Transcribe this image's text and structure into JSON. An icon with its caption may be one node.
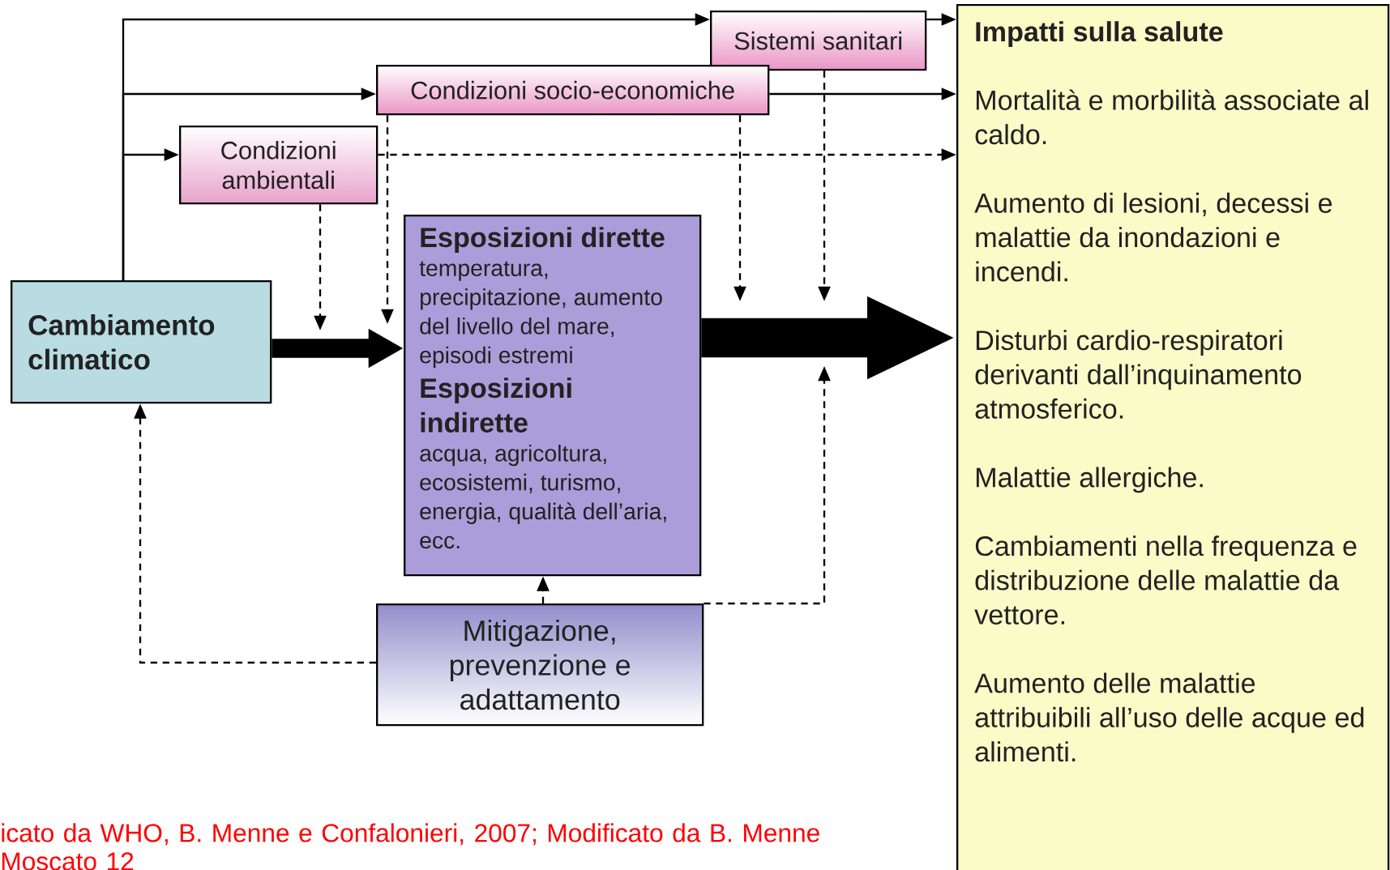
{
  "diagram": {
    "nodes": [
      {
        "text": [
          "Sistemi sanitari"
        ]
      },
      {
        "text": [
          "Condizioni socio-economiche"
        ]
      },
      {
        "text": [
          "Condizioni ambientali"
        ]
      },
      {
        "text": [
          "Cambiamento climatico"
        ]
      },
      {
        "text": [
          "Esposizioni dirette",
          "temperatura, precipitazione, aumento del livello del mare, episodi estremi",
          "Esposizioni indirette",
          "acqua, agricoltura, ecosistemi, turismo, energia, qualità dell’aria, ecc."
        ]
      },
      {
        "text": [
          "Mitigazione, prevenzione e adattamento"
        ]
      },
      {
        "text": [
          "Impatti sulla salute",
          "Mortalità e morbilità associate al caldo.",
          "Aumento di lesioni, decessi e malattie da inondazioni e incendi.",
          "Disturbi cardio-respiratori derivanti dall’inquinamento atmosferico.",
          "Malattie allergiche.",
          "Cambiamenti nella frequenza e distribuzione delle malattie da vettore.",
          "Aumento delle malattie attribuibili all’uso delle acque ed alimenti."
        ]
      }
    ],
    "edges": [
      {
        "from": 3,
        "to": 0,
        "arrow": "to"
      },
      {
        "from": 3,
        "to": 1,
        "arrow": "to"
      },
      {
        "from": 3,
        "to": 2,
        "arrow": "to"
      },
      {
        "from": 0,
        "to": 6,
        "arrow": "to"
      },
      {
        "from": 1,
        "to": 6,
        "arrow": "to"
      },
      {
        "from": 2,
        "to": 6,
        "arrow": "to",
        "style": "dashed"
      },
      {
        "from": 3,
        "to": 4,
        "arrow": "to",
        "style": "thick"
      },
      {
        "from": 4,
        "to": 6,
        "arrow": "to",
        "style": "thick"
      },
      {
        "from": 2,
        "to": null,
        "arrow": "to",
        "style": "dashed"
      },
      {
        "from": 1,
        "to": 4,
        "arrow": "to",
        "style": "dashed"
      },
      {
        "from": 1,
        "to": null,
        "arrow": "to",
        "style": "dashed"
      },
      {
        "from": 0,
        "to": null,
        "arrow": "to",
        "style": "dashed"
      },
      {
        "from": 5,
        "to": null,
        "arrow": "to",
        "style": "dashed"
      },
      {
        "from": 5,
        "to": 4,
        "arrow": "to",
        "style": "dashed"
      },
      {
        "from": 5,
        "to": 3,
        "arrow": "to",
        "style": "dashed"
      }
    ],
    "caption": "icato da WHO, B. Menne e Confalonieri, 2007; Modificato da B. Menne Moscato 12"
  }
}
